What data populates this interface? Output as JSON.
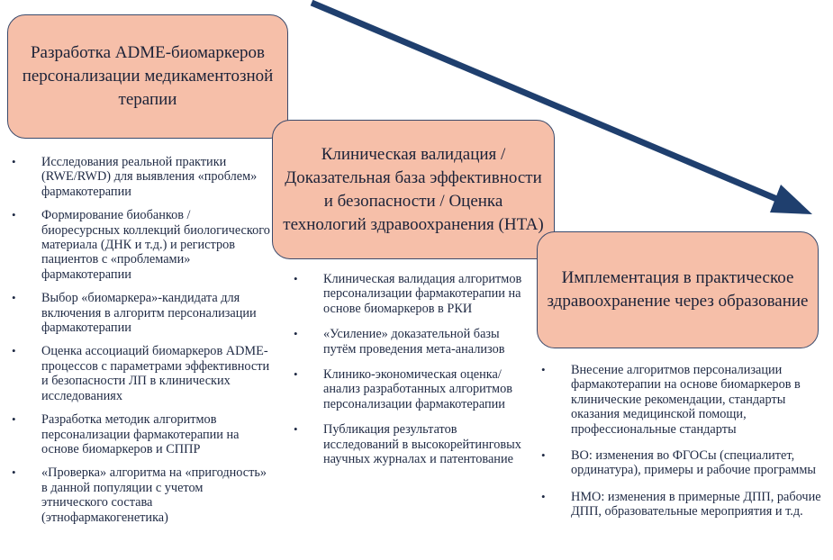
{
  "stages": [
    {
      "title": "Разработка ADME-биомаркеров персонализации медикаментозной терапии",
      "items": [
        "Исследования реальной практики (RWE/RWD) для выявления «проблем» фармакотерапии",
        "Формирование биобанков / биоресурсных коллекций биологического материала (ДНК и т.д.) и регистров пациентов с «проблемами» фармакотерапии",
        "Выбор «биомаркера»-кандидата для включения в алгоритм персонализации фармакотерапии",
        "Оценка ассоциаций биомаркеров ADME-процессов с параметрами эффективности и безопасности ЛП в клинических исследованиях",
        "Разработка методик алгоритмов персонализации фармакотерапии на основе биомаркеров и СППР",
        "«Проверка» алгоритма на «пригодность» в данной популяции с учетом этнического состава (этнофармакогенетика)"
      ]
    },
    {
      "title": "Клиническая валидация / Доказательная база эффективности и безопасности / Оценка технологий здравоохранения (HTA)",
      "items": [
        "Клиническая валидация алгоритмов персонализации фармакотерапии на основе биомаркеров в РКИ",
        "«Усиление» доказательной базы путём проведения мета-анализов",
        "Клинико-экономическая оценка/анализ разработанных алгоритмов персонализации фармакотерапии",
        "Публикация результатов исследований в высокорейтинговых научных журналах и патентование"
      ]
    },
    {
      "title": "Имплементация в практическое здравоохранение через образование",
      "items": [
        "Внесение алгоритмов персонализации фармакотерапии на основе биомаркеров в клинические рекомендации, стандарты оказания медицинской помощи, профессиональные стандарты",
        "ВО: изменения во ФГОСы (специалитет, ординатура), примеры и рабочие программы",
        "НМО: изменения в примерные ДПП, рабочие ДПП, образовательные мероприятия и т.д."
      ]
    }
  ],
  "colors": {
    "box_fill": "#f6bfa9",
    "box_border": "#3b4a6b",
    "arrow": "#1f3f6e",
    "text": "#1f2a44"
  }
}
